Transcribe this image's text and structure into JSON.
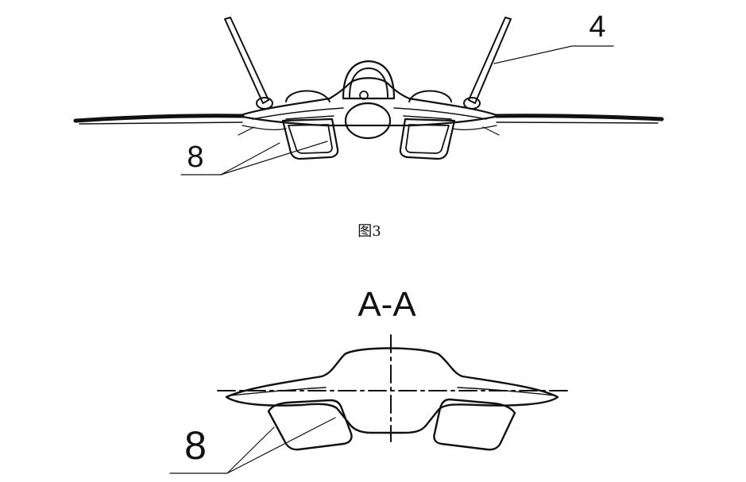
{
  "figure3": {
    "caption": "图3",
    "callouts": {
      "canard": "4",
      "nacelle": "8"
    }
  },
  "section": {
    "title": "A-A",
    "callouts": {
      "nacelle": "8"
    }
  }
}
